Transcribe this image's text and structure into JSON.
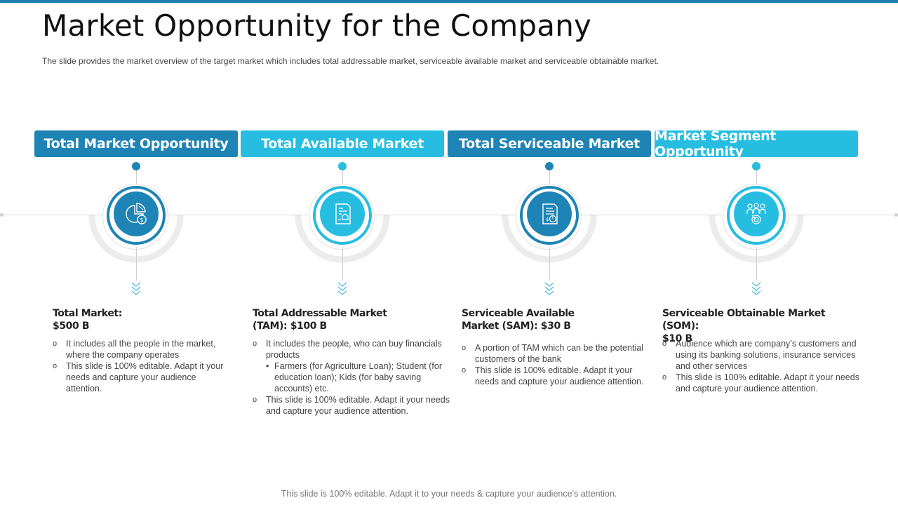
{
  "slide": {
    "title": "Market Opportunity for the Company",
    "subtitle": "The slide provides  the market overview  of the target market which includes total addressable  market, serviceable  available  market and serviceable obtainable market.",
    "footer": "This slide is 100% editable. Adapt it to your needs & capture your audience’s attention."
  },
  "colors": {
    "dark": "#1e84b5",
    "light": "#27bde0",
    "accent_bar": "#1e7fb0"
  },
  "columns": [
    {
      "header": "Total Market Opportunity",
      "icon": "pie-chart-dollar-icon",
      "title_line1": "Total Market:",
      "title_line2": "$500 B",
      "bullets": [
        "It includes all the people  in the market, where the company operates",
        "This slide is 100% editable. Adapt it your needs and capture your audience attention."
      ]
    },
    {
      "header": "Total Available Market",
      "icon": "document-house-icon",
      "title_line1": "Total Addressable Market",
      "title_line2": "(TAM): $100 B",
      "bullets": [
        "It includes the people,  who can buy financials products",
        "This slide is 100% editable. Adapt it your needs and capture your audience attention."
      ],
      "sub_bullets": [
        "Farmers  (for Agriculture Loan); Student (for education loan); Kids (for baby saving accounts) etc."
      ]
    },
    {
      "header": "Total Serviceable Market",
      "icon": "document-chart-icon",
      "title_line1": "Serviceable Available",
      "title_line2": "Market (SAM): $30 B",
      "bullets": [
        "A portion  of TAM which can be the potential customers of the bank",
        "This slide is 100% editable. Adapt it your needs and capture your audience attention."
      ]
    },
    {
      "header": "Market Segment Opportunity",
      "icon": "people-target-icon",
      "title_line1": "Serviceable Obtainable Market (SOM):",
      "title_line2": "$10 B",
      "bullets": [
        "Audience which are company’s customers and using its banking solutions, insurance services and other services",
        "This slide is 100% editable. Adapt it your needs and capture your audience attention."
      ]
    }
  ],
  "glyphs": {
    "bullet": "o",
    "sub_bullet": "•"
  }
}
